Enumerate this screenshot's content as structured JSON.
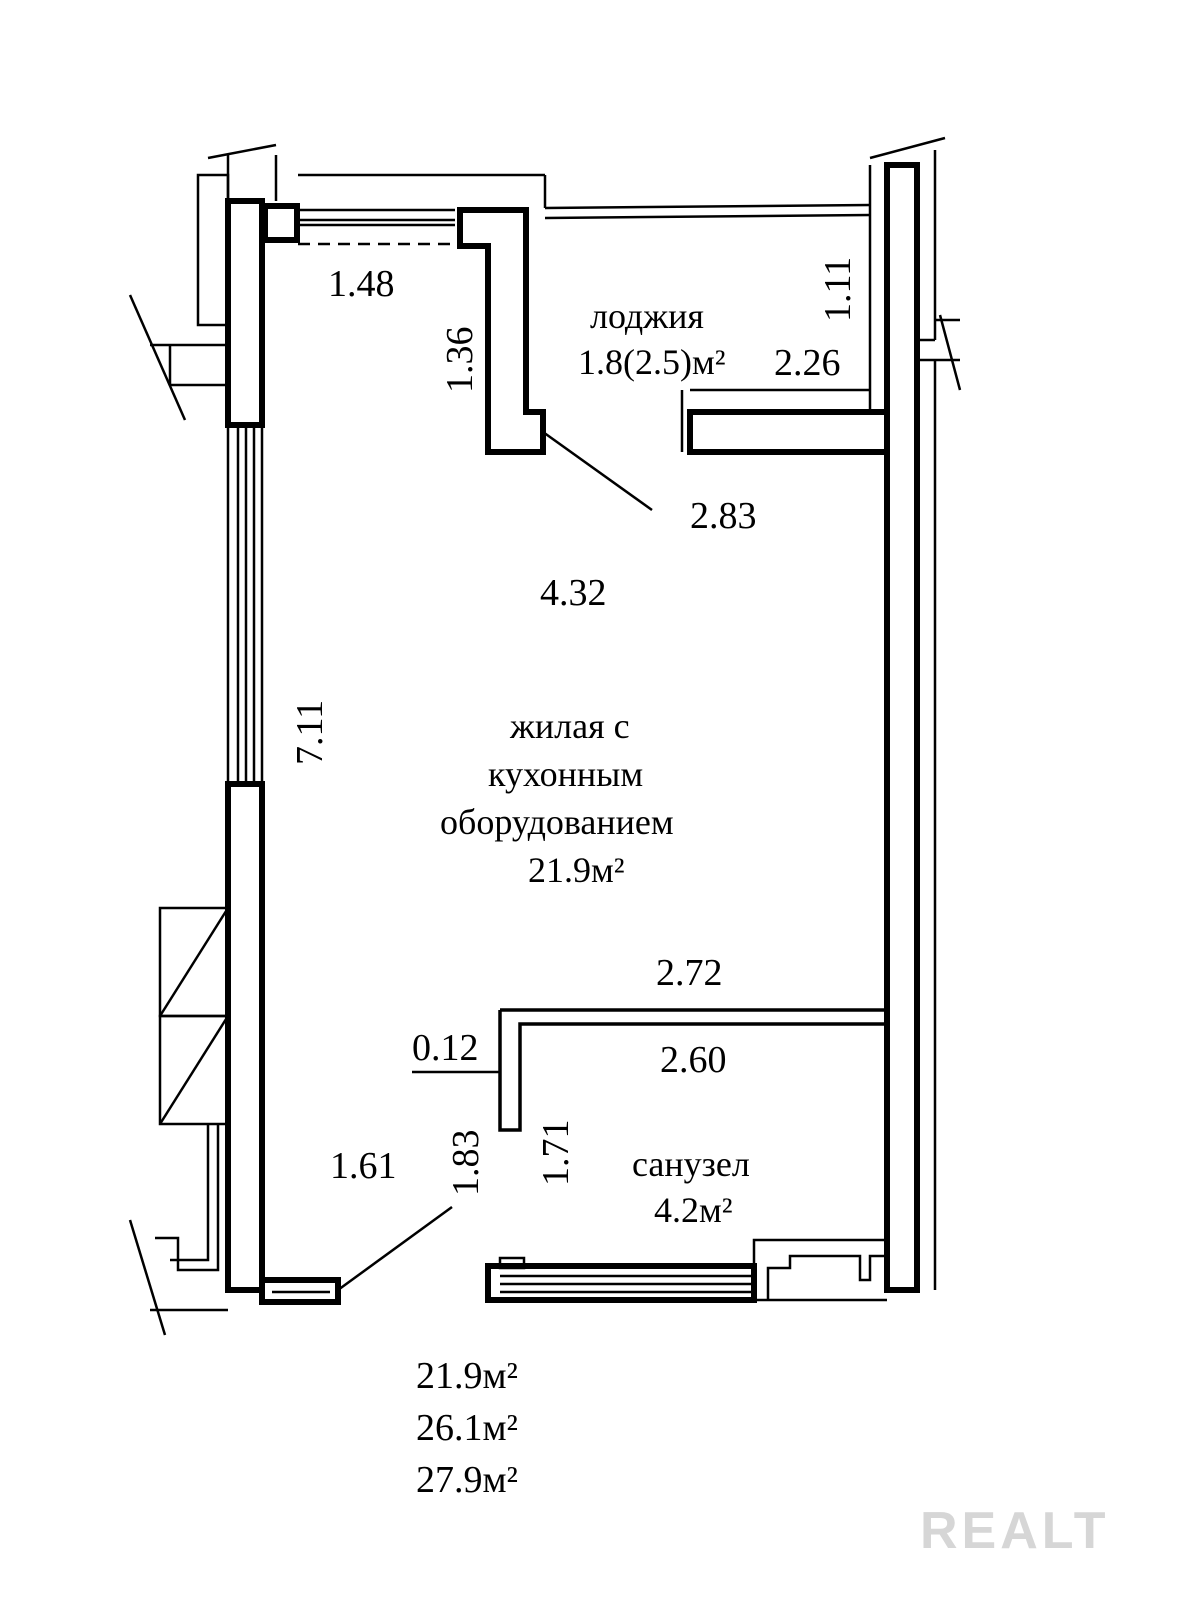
{
  "rooms": {
    "loggia": {
      "name": "лоджия",
      "area": "1.8(2.5)м²"
    },
    "living": {
      "line1": "жилая с",
      "line2": "кухонным",
      "line3": "оборудованием",
      "area": "21.9м²"
    },
    "bathroom": {
      "name": "санузел",
      "area": "4.2м²"
    }
  },
  "dimensions": {
    "d_1_48": "1.48",
    "d_1_36": "1.36",
    "d_1_11": "1.11",
    "d_2_26": "2.26",
    "d_2_83": "2.83",
    "d_4_32": "4.32",
    "d_7_11": "7.11",
    "d_2_72": "2.72",
    "d_0_12": "0.12",
    "d_2_60": "2.60",
    "d_1_61": "1.61",
    "d_1_83": "1.83",
    "d_1_71": "1.71"
  },
  "totals": [
    "21.9м²",
    "26.1м²",
    "27.9м²"
  ],
  "watermark": "REALT"
}
